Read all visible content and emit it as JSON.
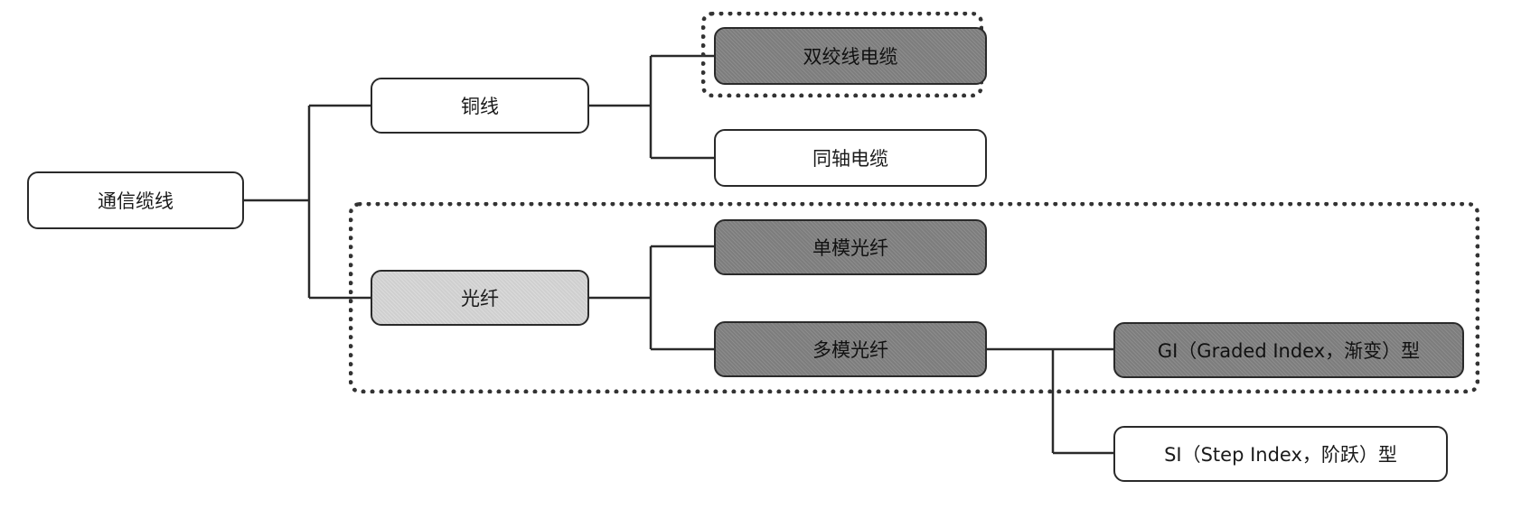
{
  "nodes": {
    "root": "通信缆线",
    "copper": "铜线",
    "twisted_pair": "双绞线电缆",
    "coaxial": "同轴电缆",
    "fiber": "光纤",
    "single_mode": "单模光纤",
    "multi_mode": "多模光纤",
    "graded_index": "GI（Graded Index，渐变）型",
    "step_index": "SI（Step Index，阶跃）型"
  },
  "colors": {
    "line": "#2a2a2a",
    "light_fill": "#cfcfcf",
    "dark_fill": "#7d7d7d",
    "white_fill": "#ffffff"
  }
}
